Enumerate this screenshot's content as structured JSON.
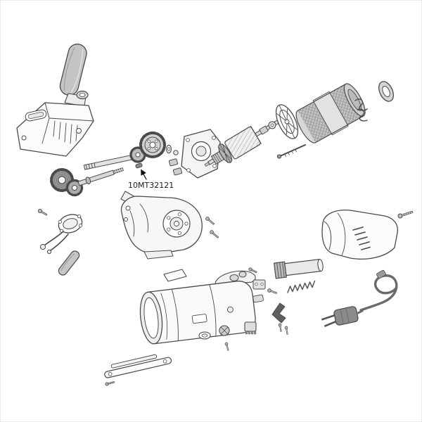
{
  "diagram": {
    "type": "exploded-parts-diagram",
    "subject": "power tool motor and housing exploded view",
    "part_label": "10MT32121",
    "colors": {
      "background": "#ffffff",
      "line": "#4a4a4a",
      "shade_dark": "#8b8b8b",
      "shade_mid": "#c4c4c4",
      "shade_light": "#efefef",
      "label_text": "#1a1a1a"
    },
    "parts": [
      "handle-grip",
      "collar-ring",
      "base-housing",
      "spindle-gear-set",
      "gear-train",
      "key-clip",
      "bearing-bracket",
      "carbon-brushes",
      "armature",
      "fan-baffle",
      "field-stator",
      "stator-leads",
      "end-cap",
      "rotor-screw",
      "clamp-yoke",
      "roller-pin",
      "gear-case",
      "spacer-plate",
      "motor-cover",
      "cover-screw",
      "tube-barrel",
      "spring",
      "power-cord",
      "plug",
      "motor-housing",
      "brush-caps",
      "terminal-block",
      "switch-parts",
      "l-bracket",
      "flat-bar",
      "screws"
    ]
  }
}
